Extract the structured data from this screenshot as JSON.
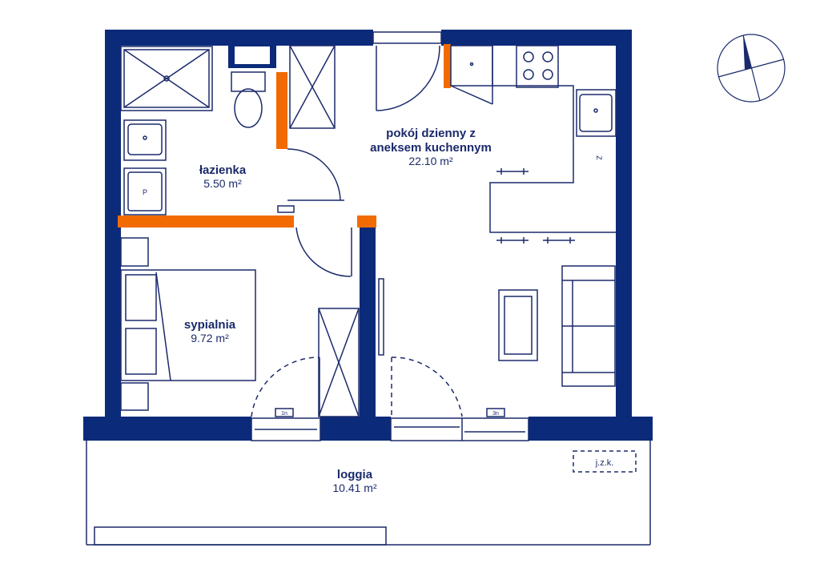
{
  "colors": {
    "wall": "#0b2a7a",
    "line": "#1b2a6b",
    "accent": "#f26b00",
    "background": "#ffffff"
  },
  "rooms": [
    {
      "id": "bathroom",
      "name": "łazienka",
      "area": "5.50 m²"
    },
    {
      "id": "living",
      "name_line1": "pokój dzienny z",
      "name_line2": "aneksem kuchennym",
      "area": "22.10 m²"
    },
    {
      "id": "bedroom",
      "name": "sypialnia",
      "area": "9.72 m²"
    },
    {
      "id": "loggia",
      "name": "loggia",
      "area": "10.41 m²"
    }
  ],
  "fixtures": {
    "washer_label": "P",
    "fridge_label": "Z",
    "storage_label": "j.z.k."
  },
  "window_tags": [
    "1n",
    "3n"
  ],
  "compass": {
    "icon": "north-arrow-icon"
  }
}
